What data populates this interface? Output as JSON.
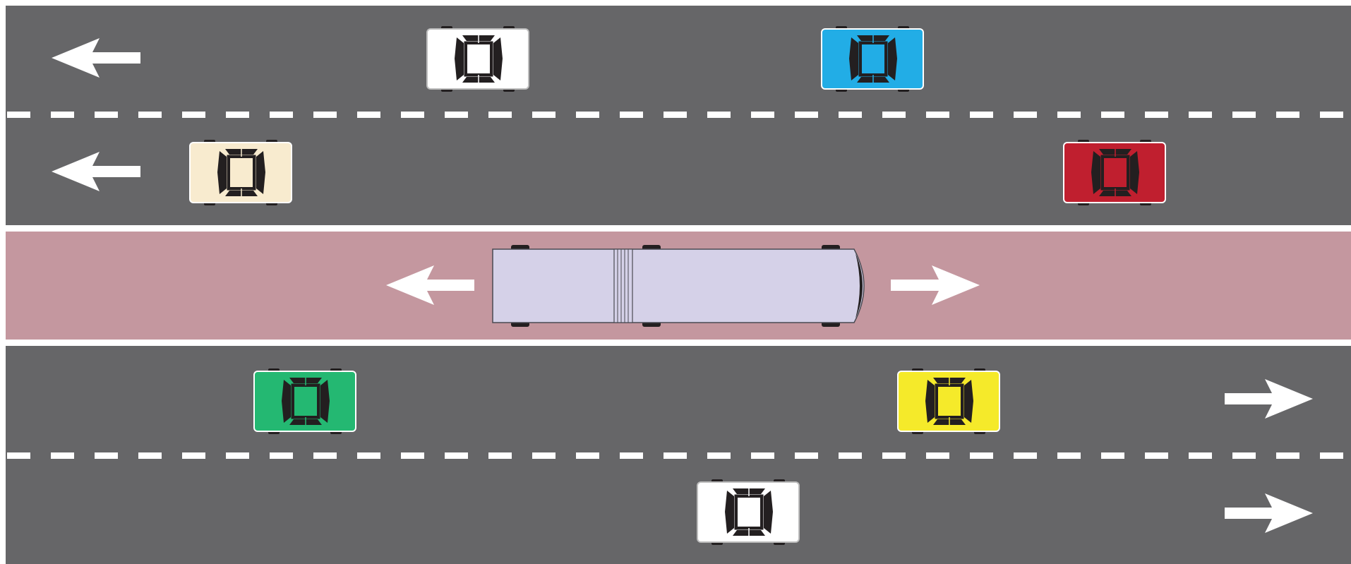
{
  "colors": {
    "road": "#666668",
    "bus_lane": "#c4979f",
    "lane_marking": "#ffffff",
    "bus_body": "#d5d1e8",
    "bus_outline": "#4a4a52",
    "car_window": "#231f20",
    "arrow": "#ffffff"
  },
  "lanes": [
    {
      "name": "westbound-lane-1",
      "type": "general",
      "direction": "left"
    },
    {
      "name": "westbound-lane-2",
      "type": "general",
      "direction": "left"
    },
    {
      "name": "center-bus-lane",
      "type": "bus",
      "direction": "both"
    },
    {
      "name": "eastbound-lane-1",
      "type": "general",
      "direction": "right"
    },
    {
      "name": "eastbound-lane-2",
      "type": "general",
      "direction": "right"
    }
  ],
  "vehicles": [
    {
      "name": "car-white-1",
      "kind": "car",
      "color": "#ffffff",
      "lane": "westbound-lane-1"
    },
    {
      "name": "car-blue",
      "kind": "car",
      "color": "#22ade6",
      "lane": "westbound-lane-1"
    },
    {
      "name": "car-cream",
      "kind": "car",
      "color": "#f8ebcf",
      "lane": "westbound-lane-2"
    },
    {
      "name": "car-red",
      "kind": "car",
      "color": "#c01f2f",
      "lane": "westbound-lane-2"
    },
    {
      "name": "bus",
      "kind": "bus",
      "color": "#d5d1e8",
      "lane": "center-bus-lane"
    },
    {
      "name": "car-green",
      "kind": "car",
      "color": "#24b872",
      "lane": "eastbound-lane-1"
    },
    {
      "name": "car-yellow",
      "kind": "car",
      "color": "#f5ea2a",
      "lane": "eastbound-lane-1"
    },
    {
      "name": "car-white-2",
      "kind": "car",
      "color": "#ffffff",
      "lane": "eastbound-lane-2"
    }
  ],
  "arrows": [
    {
      "name": "arrow-lane-1",
      "direction": "left",
      "lane": "westbound-lane-1"
    },
    {
      "name": "arrow-lane-2",
      "direction": "left",
      "lane": "westbound-lane-2"
    },
    {
      "name": "arrow-bus-left",
      "direction": "left",
      "lane": "center-bus-lane"
    },
    {
      "name": "arrow-bus-right",
      "direction": "right",
      "lane": "center-bus-lane"
    },
    {
      "name": "arrow-lane-4",
      "direction": "right",
      "lane": "eastbound-lane-1"
    },
    {
      "name": "arrow-lane-5",
      "direction": "right",
      "lane": "eastbound-lane-2"
    }
  ]
}
